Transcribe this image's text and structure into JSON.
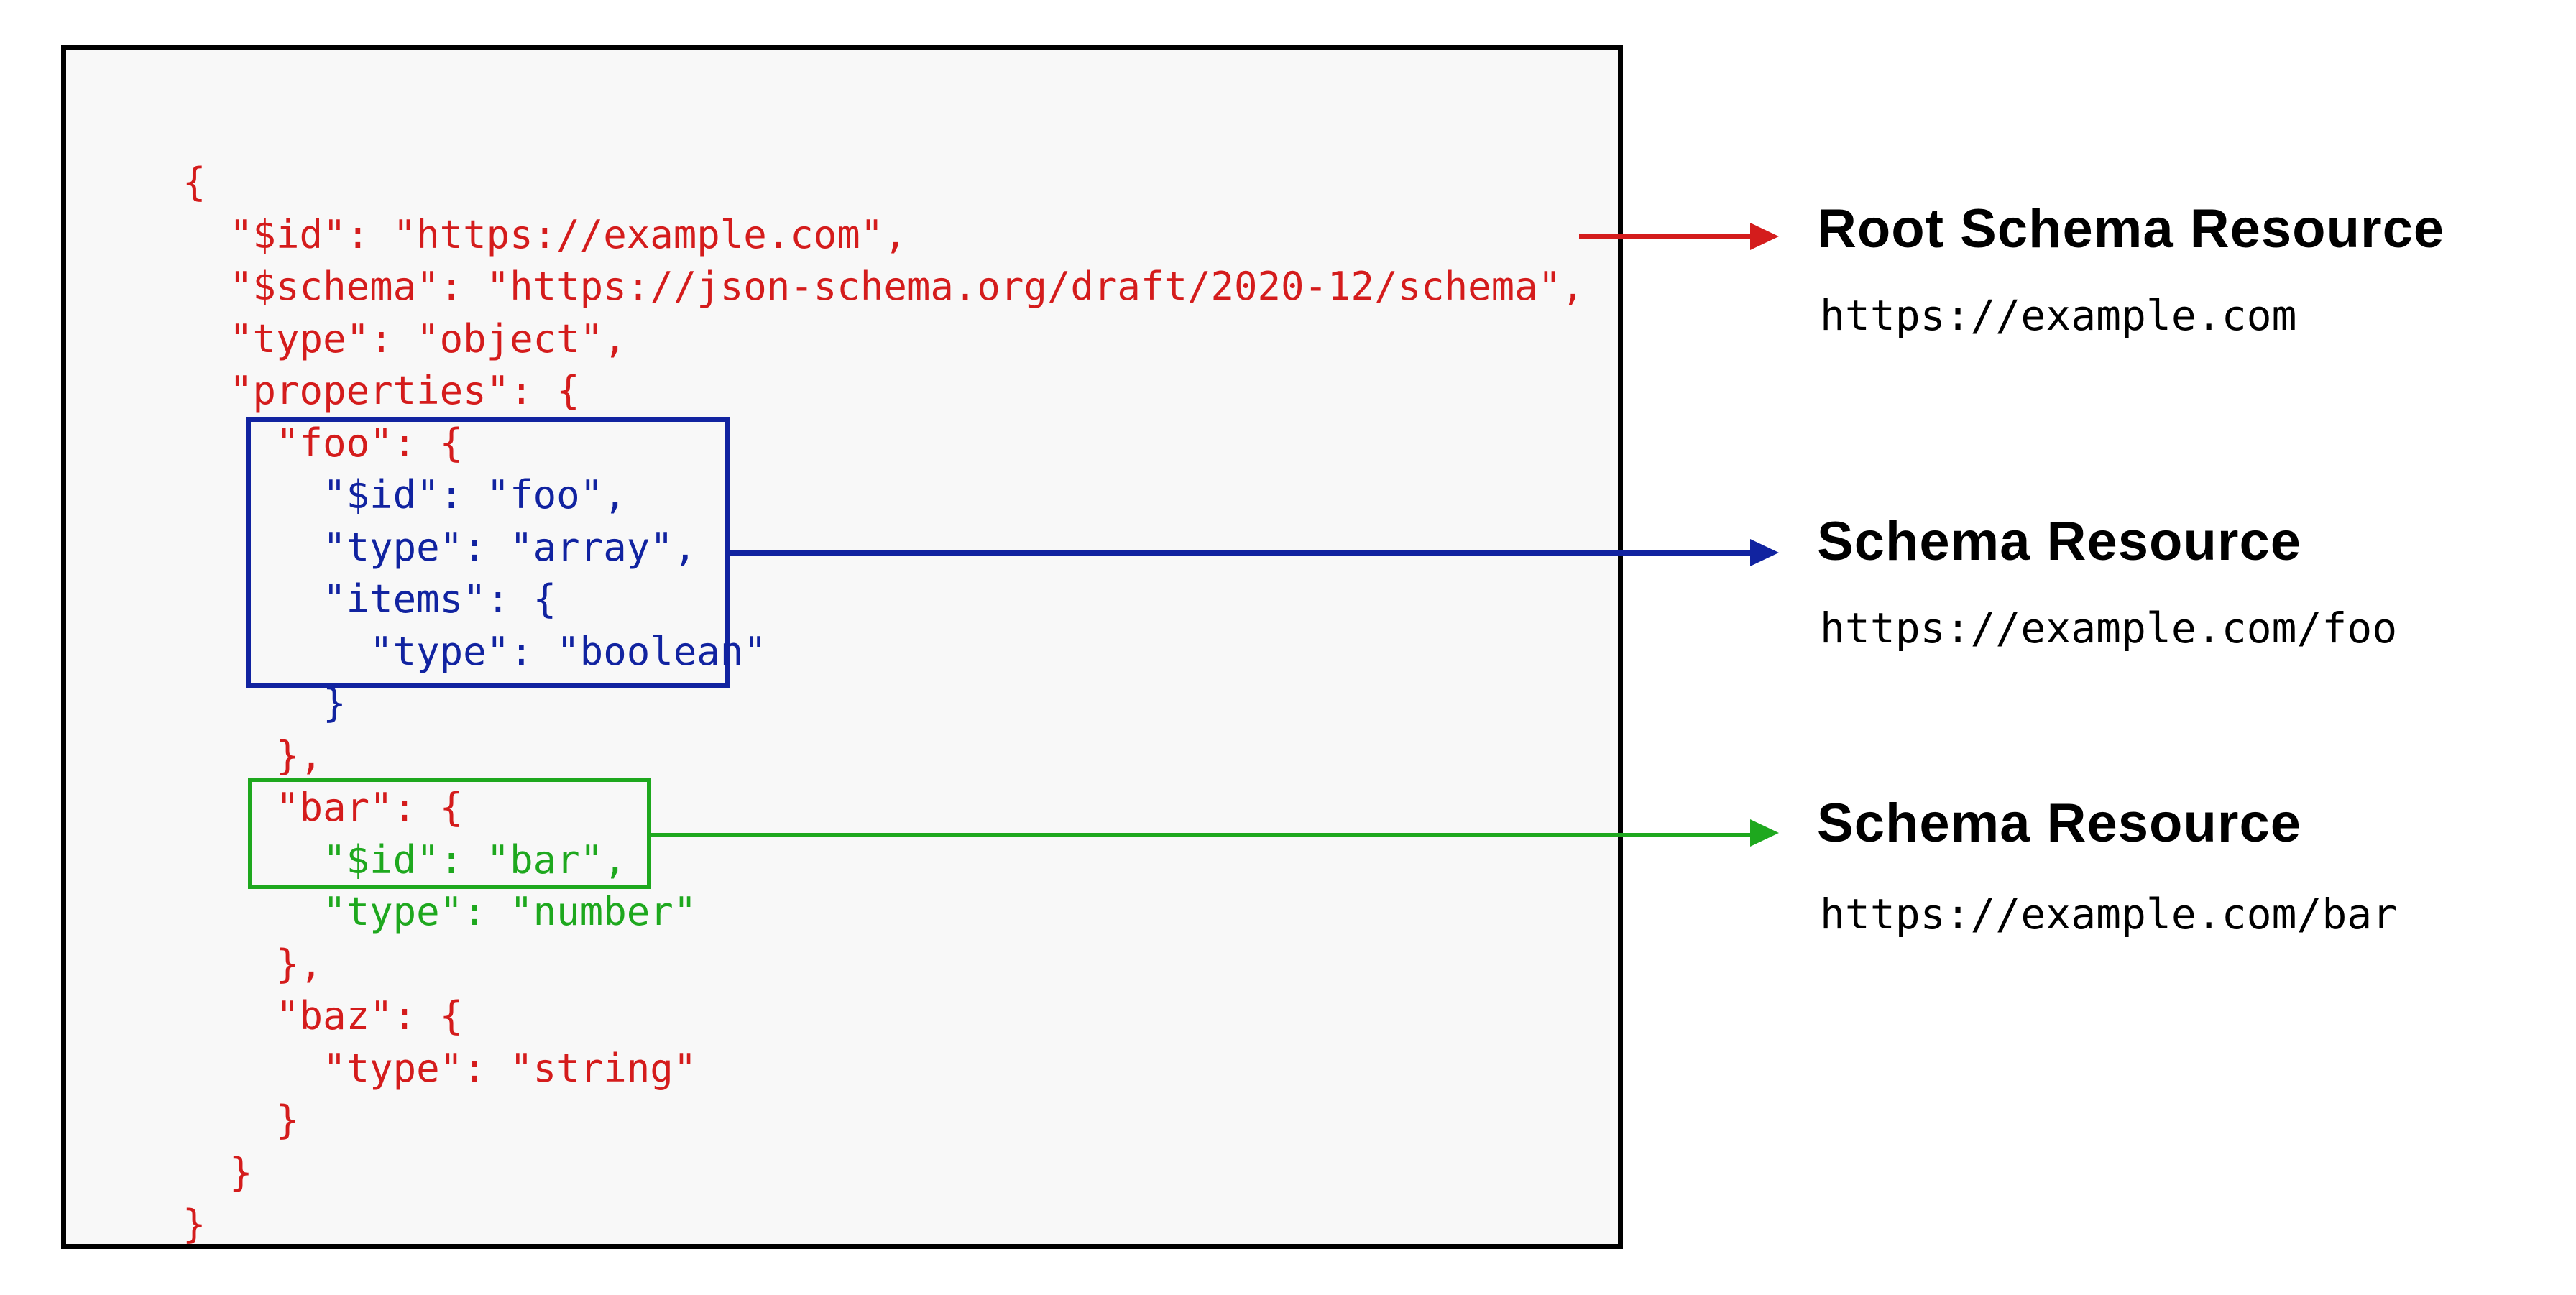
{
  "colors": {
    "red": "#d41c1c",
    "blue": "#1123a0",
    "green": "#1ea81e",
    "panel_bg": "#f8f8f8",
    "panel_border": "#000000",
    "label_text": "#000000"
  },
  "code": {
    "lines": [
      {
        "text": "{",
        "color": "red"
      },
      {
        "text": "  \"$id\": \"https://example.com\",",
        "color": "red"
      },
      {
        "text": "  \"$schema\": \"https://json-schema.org/draft/2020-12/schema\",",
        "color": "red"
      },
      {
        "text": "  \"type\": \"object\",",
        "color": "red"
      },
      {
        "text": "  \"properties\": {",
        "color": "red"
      },
      {
        "text": "    \"foo\": {",
        "color": "red"
      },
      {
        "text": "      \"$id\": \"foo\",",
        "color": "blue"
      },
      {
        "text": "      \"type\": \"array\",",
        "color": "blue"
      },
      {
        "text": "      \"items\": {",
        "color": "blue"
      },
      {
        "text": "        \"type\": \"boolean\"",
        "color": "blue"
      },
      {
        "text": "      }",
        "color": "blue"
      },
      {
        "text": "    },",
        "color": "red"
      },
      {
        "text": "    \"bar\": {",
        "color": "red"
      },
      {
        "text": "      \"$id\": \"bar\",",
        "color": "green"
      },
      {
        "text": "      \"type\": \"number\"",
        "color": "green"
      },
      {
        "text": "    },",
        "color": "red"
      },
      {
        "text": "    \"baz\": {",
        "color": "red"
      },
      {
        "text": "      \"type\": \"string\"",
        "color": "red"
      },
      {
        "text": "    }",
        "color": "red"
      },
      {
        "text": "  }",
        "color": "red"
      },
      {
        "text": "}",
        "color": "red"
      }
    ]
  },
  "callouts": [
    {
      "title": "Root Schema Resource",
      "url": "https://example.com"
    },
    {
      "title": "Schema Resource",
      "url": "https://example.com/foo"
    },
    {
      "title": "Schema Resource",
      "url": "https://example.com/bar"
    }
  ]
}
